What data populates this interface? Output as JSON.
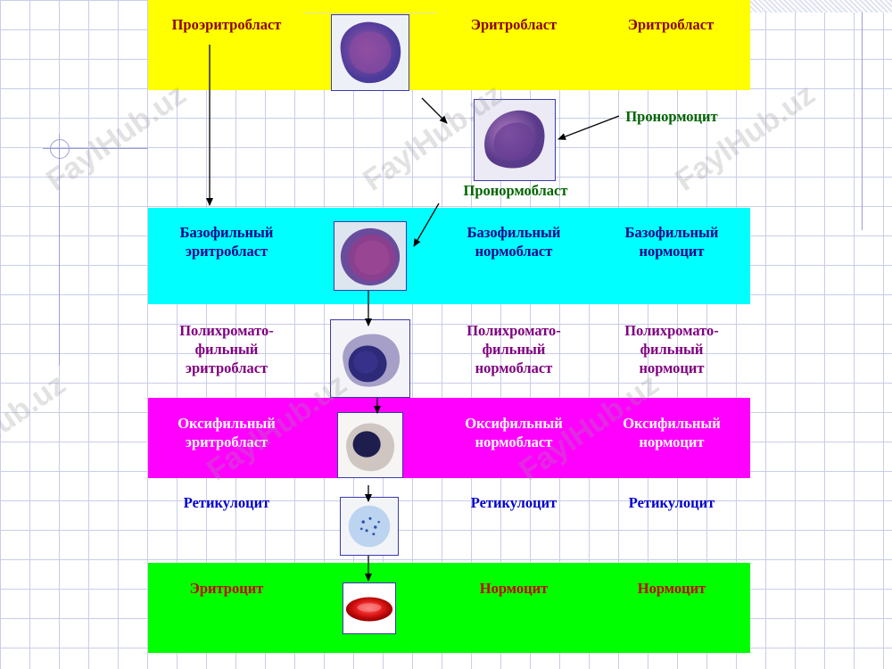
{
  "watermark": "FaylHub.uz",
  "colors": {
    "row1": "#ffff00",
    "row3": "#00ffff",
    "row5": "#ff00ff",
    "row7": "#00ff00",
    "dark_red": "#8b0000",
    "green_text": "#006400",
    "navy_text": "#00008b",
    "purple_text": "#800080",
    "white_text": "#ffffff",
    "blue_text": "#0000cd",
    "red_text": "#cc0000"
  },
  "labels": {
    "row1_col1": "Проэритробласт",
    "row1_col2": "Эритробласт",
    "row1_col3": "Эритробласт",
    "row2_pronormocyte": "Пронормоцит",
    "row2_pronormoblast": "Пронормобласт",
    "row3_col1_l1": "Базофильный",
    "row3_col1_l2": "эритробласт",
    "row3_col2_l1": "Базофильный",
    "row3_col2_l2": "нормобласт",
    "row3_col3_l1": "Базофильный",
    "row3_col3_l2": "нормоцит",
    "row4_col1_l1": "Полихромато-",
    "row4_col1_l2": "фильный",
    "row4_col1_l3": "эритробласт",
    "row4_col2_l1": "Полихромато-",
    "row4_col2_l2": "фильный",
    "row4_col2_l3": "нормобласт",
    "row4_col3_l1": "Полихромато-",
    "row4_col3_l2": "фильный",
    "row4_col3_l3": "нормоцит",
    "row5_col1_l1": "Оксифильный",
    "row5_col1_l2": "эритробласт",
    "row5_col2_l1": "Оксифильный",
    "row5_col2_l2": "нормобласт",
    "row5_col3_l1": "Оксифильный",
    "row5_col3_l2": "нормоцит",
    "row6_col1": "Ретикулоцит",
    "row6_col2": "Ретикулоцит",
    "row6_col3": "Ретикулоцит",
    "row7_col1": "Эритроцит",
    "row7_col2": "Нормоцит",
    "row7_col3": "Нормоцит"
  }
}
